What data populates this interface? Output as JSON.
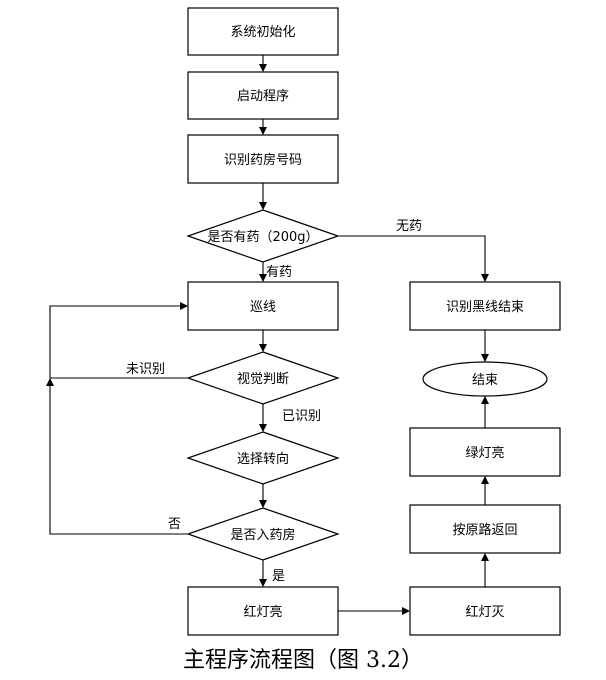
{
  "nodes": {
    "init": "系统初始化",
    "start": "启动程序",
    "identify_room": "识别药房号码",
    "has_medicine": "是否有药（200g）",
    "patrol": "巡线",
    "vision": "视觉判断",
    "turn": "选择转向",
    "enter_room": "是否入药房",
    "red_on": "红灯亮",
    "red_off": "红灯灭",
    "return": "按原路返回",
    "green_on": "绿灯亮",
    "end": "结束",
    "black_line_end": "识别黑线结束"
  },
  "edges": {
    "no_medicine": "无药",
    "has_medicine": "有药",
    "not_recognized": "未识别",
    "recognized": "已识别",
    "no": "否",
    "yes": "是"
  },
  "caption": "主程序流程图（图 3.2）"
}
